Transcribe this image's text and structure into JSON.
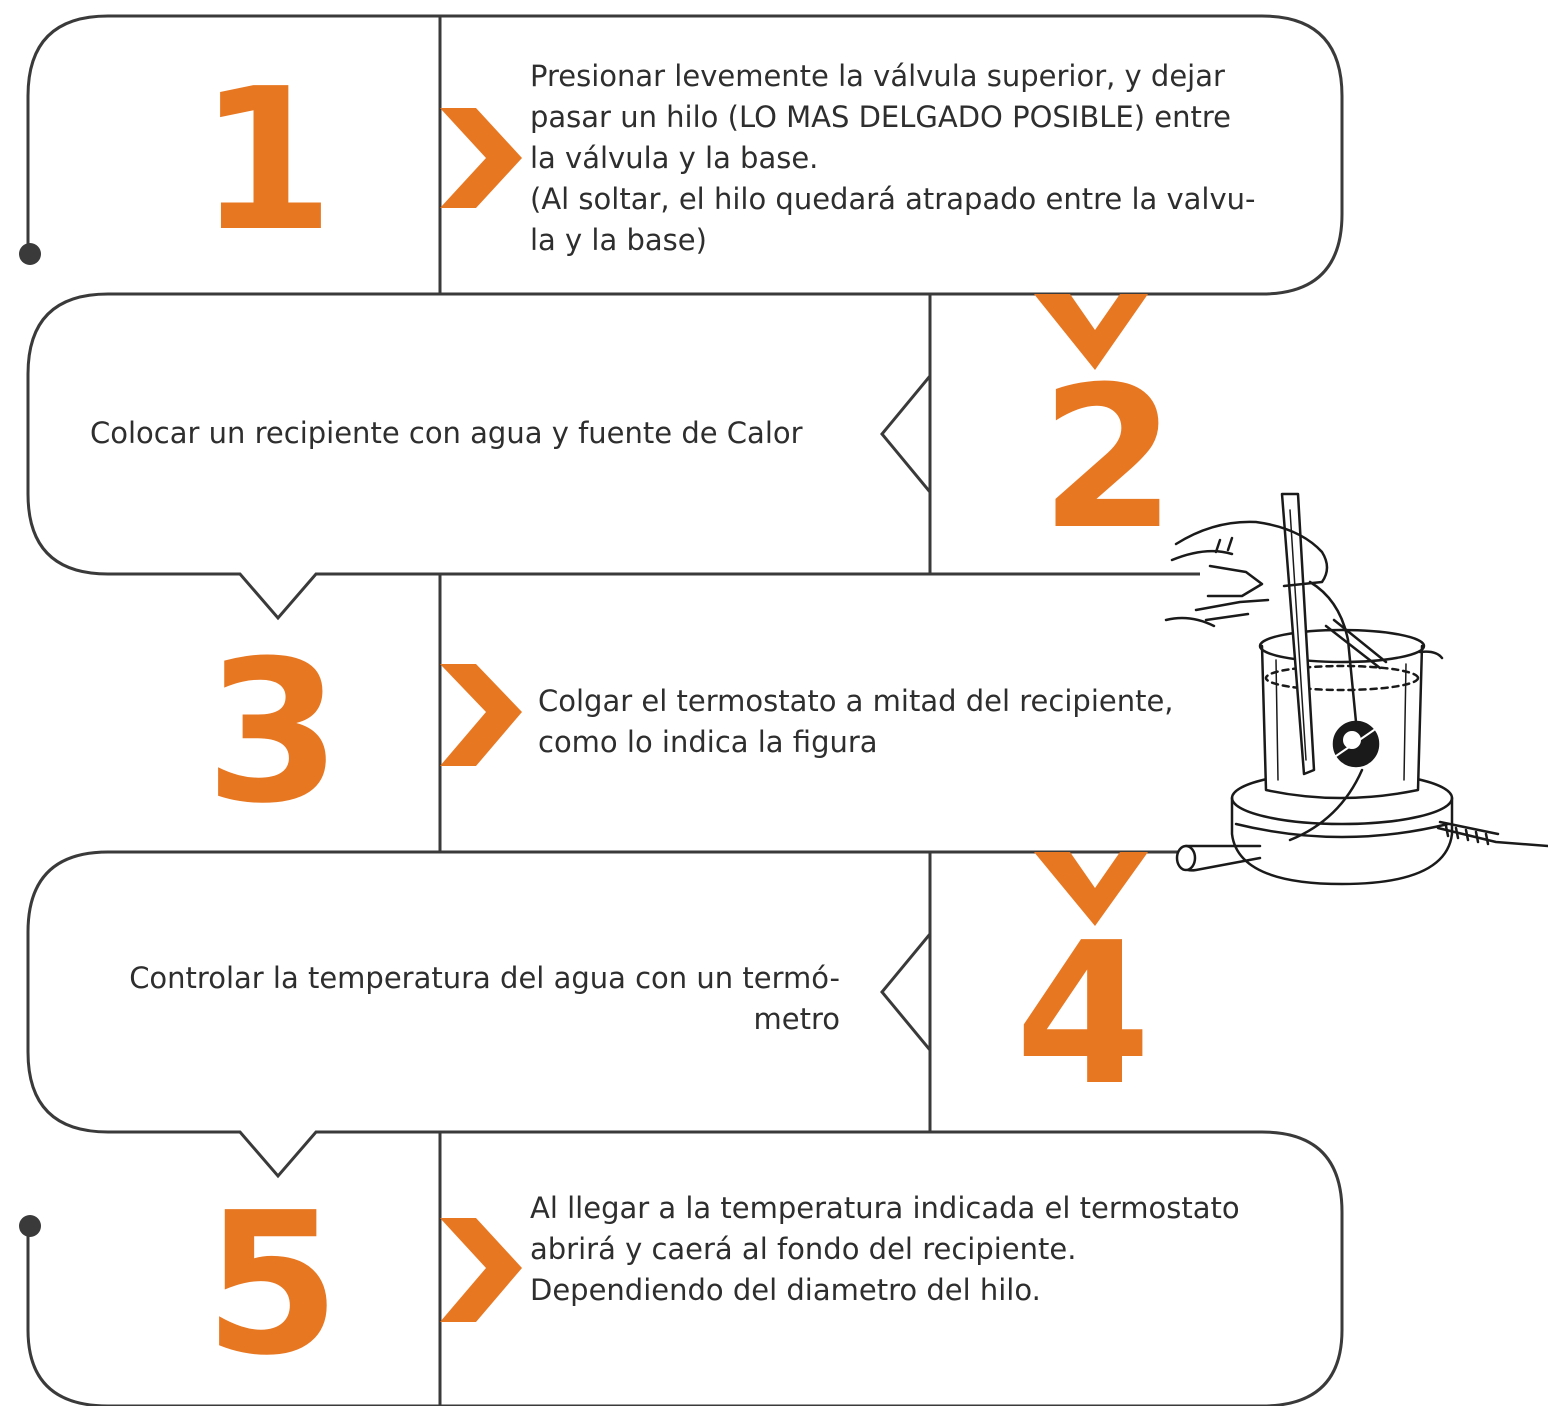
{
  "colors": {
    "accent": "#e87722",
    "line": "#3a3a3a",
    "text": "#2e2e2e",
    "background": "#ffffff"
  },
  "steps": [
    {
      "number": "1",
      "text": "Presionar levemente la válvula superior, y dejar\npasar un hilo (LO MAS DELGADO POSIBLE) entre\nla válvula y la base.\n(Al soltar, el hilo quedará atrapado entre la valvu-\nla y la base)"
    },
    {
      "number": "2",
      "text": "Colocar un recipiente con agua y fuente de Calor"
    },
    {
      "number": "3",
      "text": "Colgar el termostato a mitad del recipiente,\ncomo lo indica la figura"
    },
    {
      "number": "4",
      "text": "Controlar la temperatura del agua con un termó-\nmetro"
    },
    {
      "number": "5",
      "text": "Al llegar a la temperatura indicada el termostato\nabrirá y caerá al fondo del recipiente.\nDependiendo del diametro del hilo."
    }
  ],
  "illustration": {
    "icon": "beaker-on-hotplate-with-thermometer-icon"
  }
}
